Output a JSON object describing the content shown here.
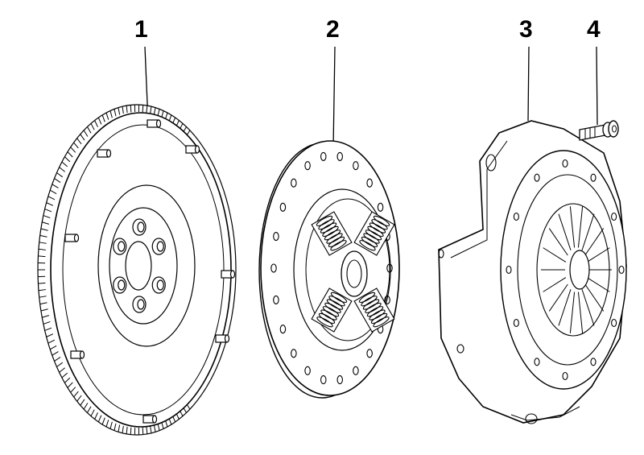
{
  "callouts": [
    {
      "id": "1",
      "label": "1"
    },
    {
      "id": "2",
      "label": "2"
    },
    {
      "id": "3",
      "label": "3"
    },
    {
      "id": "4",
      "label": "4"
    }
  ],
  "colors": {
    "ink": "#000000",
    "paper": "#ffffff"
  },
  "parts": [
    {
      "callout": "1",
      "icon": "flywheel-icon"
    },
    {
      "callout": "2",
      "icon": "clutch-disc-icon"
    },
    {
      "callout": "3",
      "icon": "pressure-plate-icon"
    },
    {
      "callout": "4",
      "icon": "bolt-icon"
    }
  ]
}
